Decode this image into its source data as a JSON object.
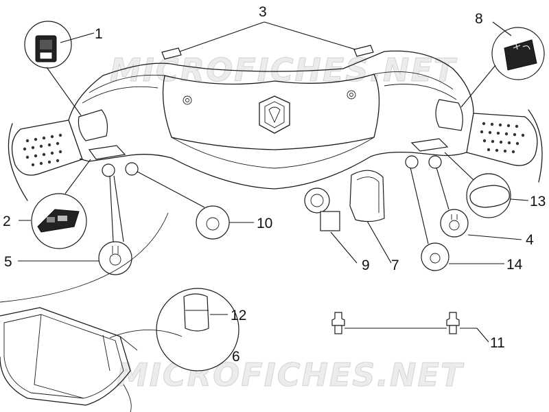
{
  "watermark": {
    "text": "MICROFICHES.NET",
    "color": "#c8c8c8"
  },
  "callouts": [
    {
      "id": "1",
      "label": "1"
    },
    {
      "id": "2",
      "label": "2"
    },
    {
      "id": "3",
      "label": "3"
    },
    {
      "id": "4",
      "label": "4"
    },
    {
      "id": "5",
      "label": "5"
    },
    {
      "id": "6",
      "label": "6"
    },
    {
      "id": "7",
      "label": "7"
    },
    {
      "id": "8",
      "label": "8"
    },
    {
      "id": "9",
      "label": "9"
    },
    {
      "id": "10",
      "label": "10"
    },
    {
      "id": "11",
      "label": "11"
    },
    {
      "id": "12",
      "label": "12"
    },
    {
      "id": "13",
      "label": "13"
    },
    {
      "id": "14",
      "label": "14"
    }
  ],
  "icons": {
    "brand_logo": "piaggio-shield-icon",
    "switch_1": "rocker-switch-icon",
    "switch_8": "horn-switch-icon"
  }
}
